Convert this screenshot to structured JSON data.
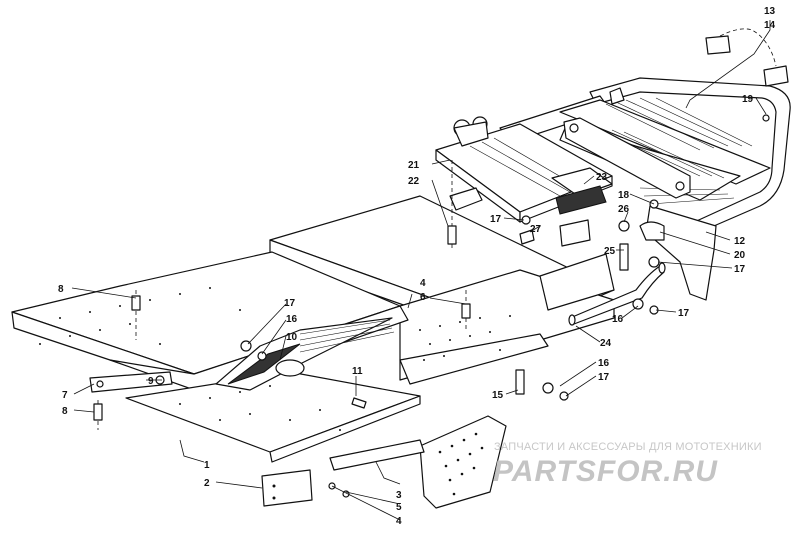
{
  "diagram": {
    "callouts": [
      "1",
      "2",
      "3",
      "4",
      "5",
      "6",
      "7",
      "8",
      "9",
      "10",
      "11",
      "12",
      "13",
      "14",
      "15",
      "16",
      "17",
      "18",
      "19",
      "20",
      "21",
      "22",
      "23",
      "24",
      "25",
      "26",
      "27"
    ]
  },
  "watermark": {
    "tagline": "ЗАПЧАСТИ И АКСЕССУАРЫ ДЛЯ МОТОТЕХНИКИ",
    "brand": "PARTSFOR.RU"
  }
}
